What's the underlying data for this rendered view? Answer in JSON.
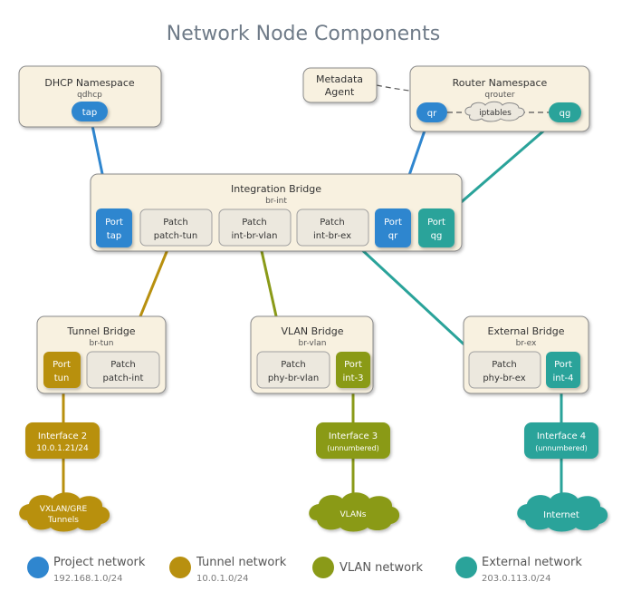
{
  "title": "Network Node Components",
  "colors": {
    "project": "#2f86cf",
    "tunnel": "#b8900f",
    "vlan": "#8a9a18",
    "external": "#2aa39a",
    "box_fill": "#f8f1e0",
    "box_stroke": "#8a8a8a",
    "patch_fill": "#ece8de",
    "title_text": "#6f7b88",
    "legend_sub": "#7a7a7a"
  },
  "dhcp": {
    "title": "DHCP Namespace",
    "sub": "qdhcp",
    "port": "tap"
  },
  "metadata": {
    "line1": "Metadata",
    "line2": "Agent"
  },
  "router": {
    "title": "Router Namespace",
    "sub": "qrouter",
    "port_qr": "qr",
    "iptables": "iptables",
    "port_qg": "qg"
  },
  "integration": {
    "title": "Integration Bridge",
    "sub": "br-int",
    "port_tap": {
      "l1": "Port",
      "l2": "tap"
    },
    "patch_tun": {
      "l1": "Patch",
      "l2": "patch-tun"
    },
    "patch_vlan": {
      "l1": "Patch",
      "l2": "int-br-vlan"
    },
    "patch_ex": {
      "l1": "Patch",
      "l2": "int-br-ex"
    },
    "port_qr": {
      "l1": "Port",
      "l2": "qr"
    },
    "port_qg": {
      "l1": "Port",
      "l2": "qg"
    }
  },
  "tunnel_bridge": {
    "title": "Tunnel Bridge",
    "sub": "br-tun",
    "port": {
      "l1": "Port",
      "l2": "tun"
    },
    "patch": {
      "l1": "Patch",
      "l2": "patch-int"
    }
  },
  "vlan_bridge": {
    "title": "VLAN Bridge",
    "sub": "br-vlan",
    "patch": {
      "l1": "Patch",
      "l2": "phy-br-vlan"
    },
    "port": {
      "l1": "Port",
      "l2": "int-3"
    }
  },
  "external_bridge": {
    "title": "External Bridge",
    "sub": "br-ex",
    "patch": {
      "l1": "Patch",
      "l2": "phy-br-ex"
    },
    "port": {
      "l1": "Port",
      "l2": "int-4"
    }
  },
  "interfaces": {
    "if2": {
      "l1": "Interface 2",
      "l2": "10.0.1.21/24"
    },
    "if3": {
      "l1": "Interface 3",
      "l2": "(unnumbered)"
    },
    "if4": {
      "l1": "Interface 4",
      "l2": "(unnumbered)"
    }
  },
  "clouds": {
    "tunnels": {
      "l1": "VXLAN/GRE",
      "l2": "Tunnels"
    },
    "vlans": {
      "l1": "VLANs"
    },
    "internet": {
      "l1": "Internet"
    }
  },
  "legend": [
    {
      "name": "Project network",
      "sub": "192.168.1.0/24",
      "color": "#2f86cf"
    },
    {
      "name": "Tunnel network",
      "sub": "10.0.1.0/24",
      "color": "#b8900f"
    },
    {
      "name": "VLAN network",
      "sub": "",
      "color": "#8a9a18"
    },
    {
      "name": "External network",
      "sub": "203.0.113.0/24",
      "color": "#2aa39a"
    }
  ]
}
